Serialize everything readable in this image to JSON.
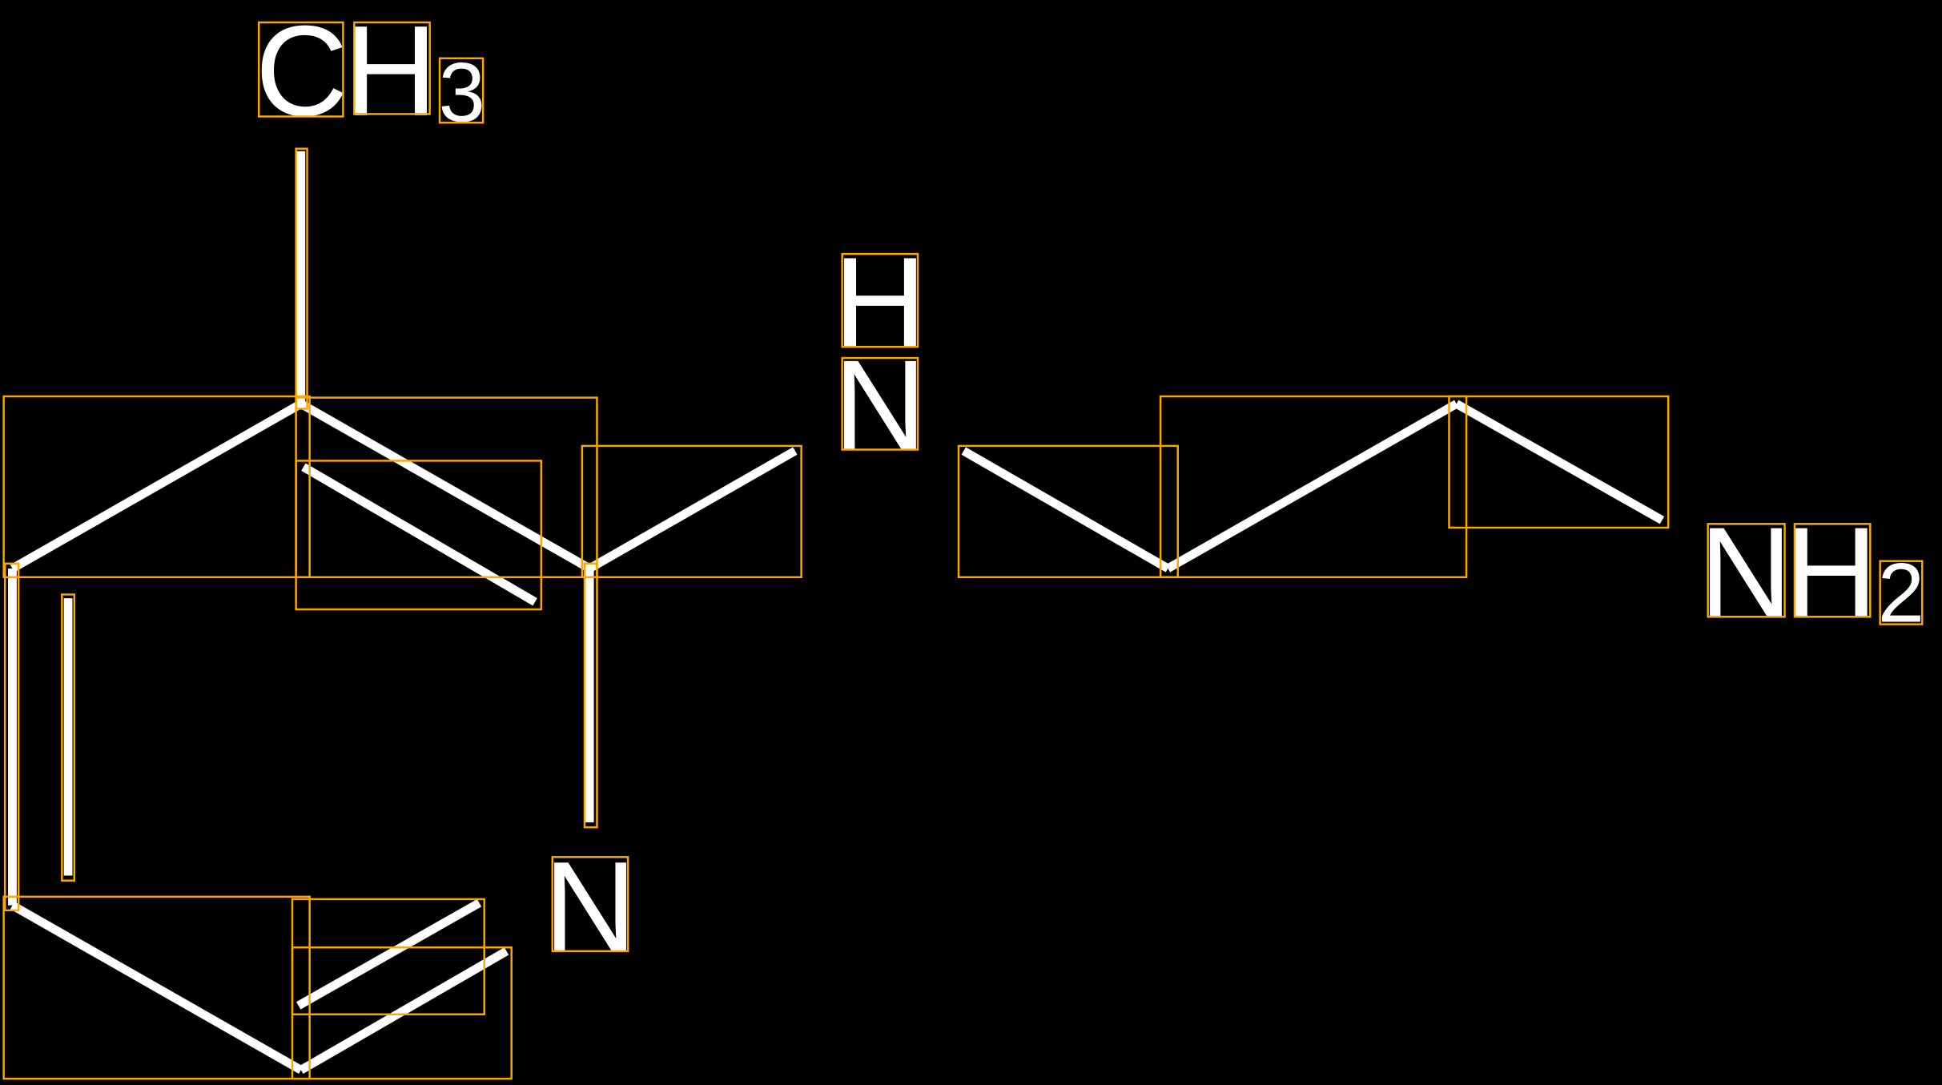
{
  "diagram": {
    "type": "chemical-structure",
    "colors": {
      "background": "#000000",
      "bond": "#ffffff",
      "bounding_box": "#ffa500"
    },
    "labels": {
      "methyl": {
        "main_c": "C",
        "main_h": "H",
        "sub": "3"
      },
      "amine_nh": {
        "h": "H",
        "n": "N"
      },
      "terminal_amine": {
        "n": "N",
        "h": "H",
        "sub": "2"
      },
      "ring_n": {
        "n": "N"
      }
    }
  }
}
